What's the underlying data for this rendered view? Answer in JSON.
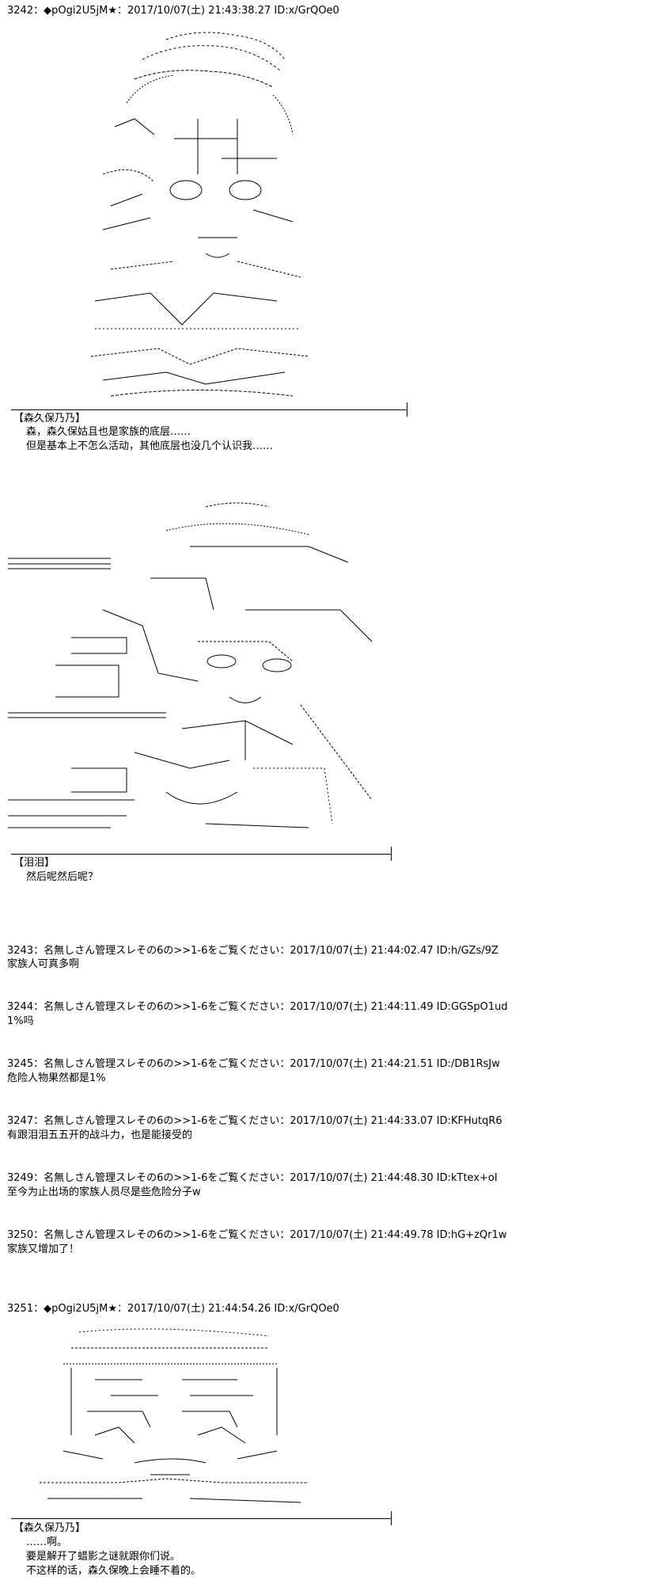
{
  "posts": [
    {
      "header": "3242：◆pOgi2U5jM★：2017/10/07(土) 21:43:38.27 ID:x/GrQOe0"
    },
    {
      "header": "3251：◆pOgi2U5jM★：2017/10/07(土) 21:44:54.26 ID:x/GrQOe0"
    }
  ],
  "scenes": [
    {
      "speaker": "【森久保乃乃】",
      "lines": [
        "森，森久保姑且也是家族的底层……",
        "但是基本上不怎么活动，其他底层也没几个认识我……"
      ]
    },
    {
      "speaker": "【泪泪】",
      "lines": [
        "然后呢然后呢？"
      ]
    },
    {
      "speaker": "【森久保乃乃】",
      "lines": [
        "……啊。",
        "要是解开了蜡影之谜就跟你们说。",
        "不这样的话，森久保晚上会睡不着的。"
      ]
    }
  ],
  "replies": [
    {
      "header": "3243：名無しさん管理スレその6の>>1-6をご覧ください：2017/10/07(土) 21:44:02.47 ID:h/GZs/9Z",
      "body": "家族人可真多啊"
    },
    {
      "header": "3244：名無しさん管理スレその6の>>1-6をご覧ください：2017/10/07(土) 21:44:11.49 ID:GGSpO1ud",
      "body": "1%吗"
    },
    {
      "header": "3245：名無しさん管理スレその6の>>1-6をご覧ください：2017/10/07(土) 21:44:21.51 ID:/DB1RsJw",
      "body": "危险人物果然都是1%"
    },
    {
      "header": "3247：名無しさん管理スレその6の>>1-6をご覧ください：2017/10/07(土) 21:44:33.07 ID:KFHutqR6",
      "body": "有跟泪泪五五开的战斗力，也是能接受的"
    },
    {
      "header": "3249：名無しさん管理スレその6の>>1-6をご覧ください：2017/10/07(土) 21:44:48.30 ID:kTtex+oI",
      "body": "至今为止出场的家族人员尽是些危险分子w"
    },
    {
      "header": "3250：名無しさん管理スレその6の>>1-6をご覧ください：2017/10/07(土) 21:44:49.78 ID:hG+zQr1w",
      "body": "家族又增加了！"
    }
  ]
}
